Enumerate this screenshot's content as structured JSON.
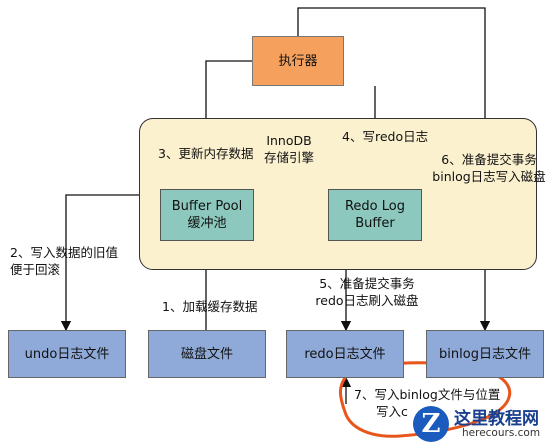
{
  "nodes": {
    "executor": "执行器",
    "innodb_title_line1": "InnoDB",
    "innodb_title_line2": "存储引擎",
    "buffer_pool_line1": "Buffer Pool",
    "buffer_pool_line2": "缓冲池",
    "redo_log_buffer_line1": "Redo Log",
    "redo_log_buffer_line2": "Buffer",
    "undo_file": "undo日志文件",
    "disk_file": "磁盘文件",
    "redo_file": "redo日志文件",
    "binlog_file": "binlog日志文件"
  },
  "steps": {
    "step1": "1、加载缓存数据",
    "step2_line1": "2、写入数据的旧值",
    "step2_line2": "便于回滚",
    "step3": "3、更新内存数据",
    "step4": "4、写redo日志",
    "step5_line1": "5、准备提交事务",
    "step5_line2": "redo日志刷入磁盘",
    "step6_line1": "6、准备提交事务",
    "step6_line2": "binlog日志写入磁盘",
    "step7_line1": "7、写入binlog文件与位置",
    "step7_line2": "写入c"
  },
  "watermark": {
    "logo_letter": "Z",
    "name": "这里教程网",
    "url": "herecours.com"
  },
  "colors": {
    "executor": "#f5a05c",
    "innodb": "#fbf1cf",
    "buffer": "#8cc8bd",
    "file": "#8faad8",
    "highlight_circle": "#e8561c"
  }
}
